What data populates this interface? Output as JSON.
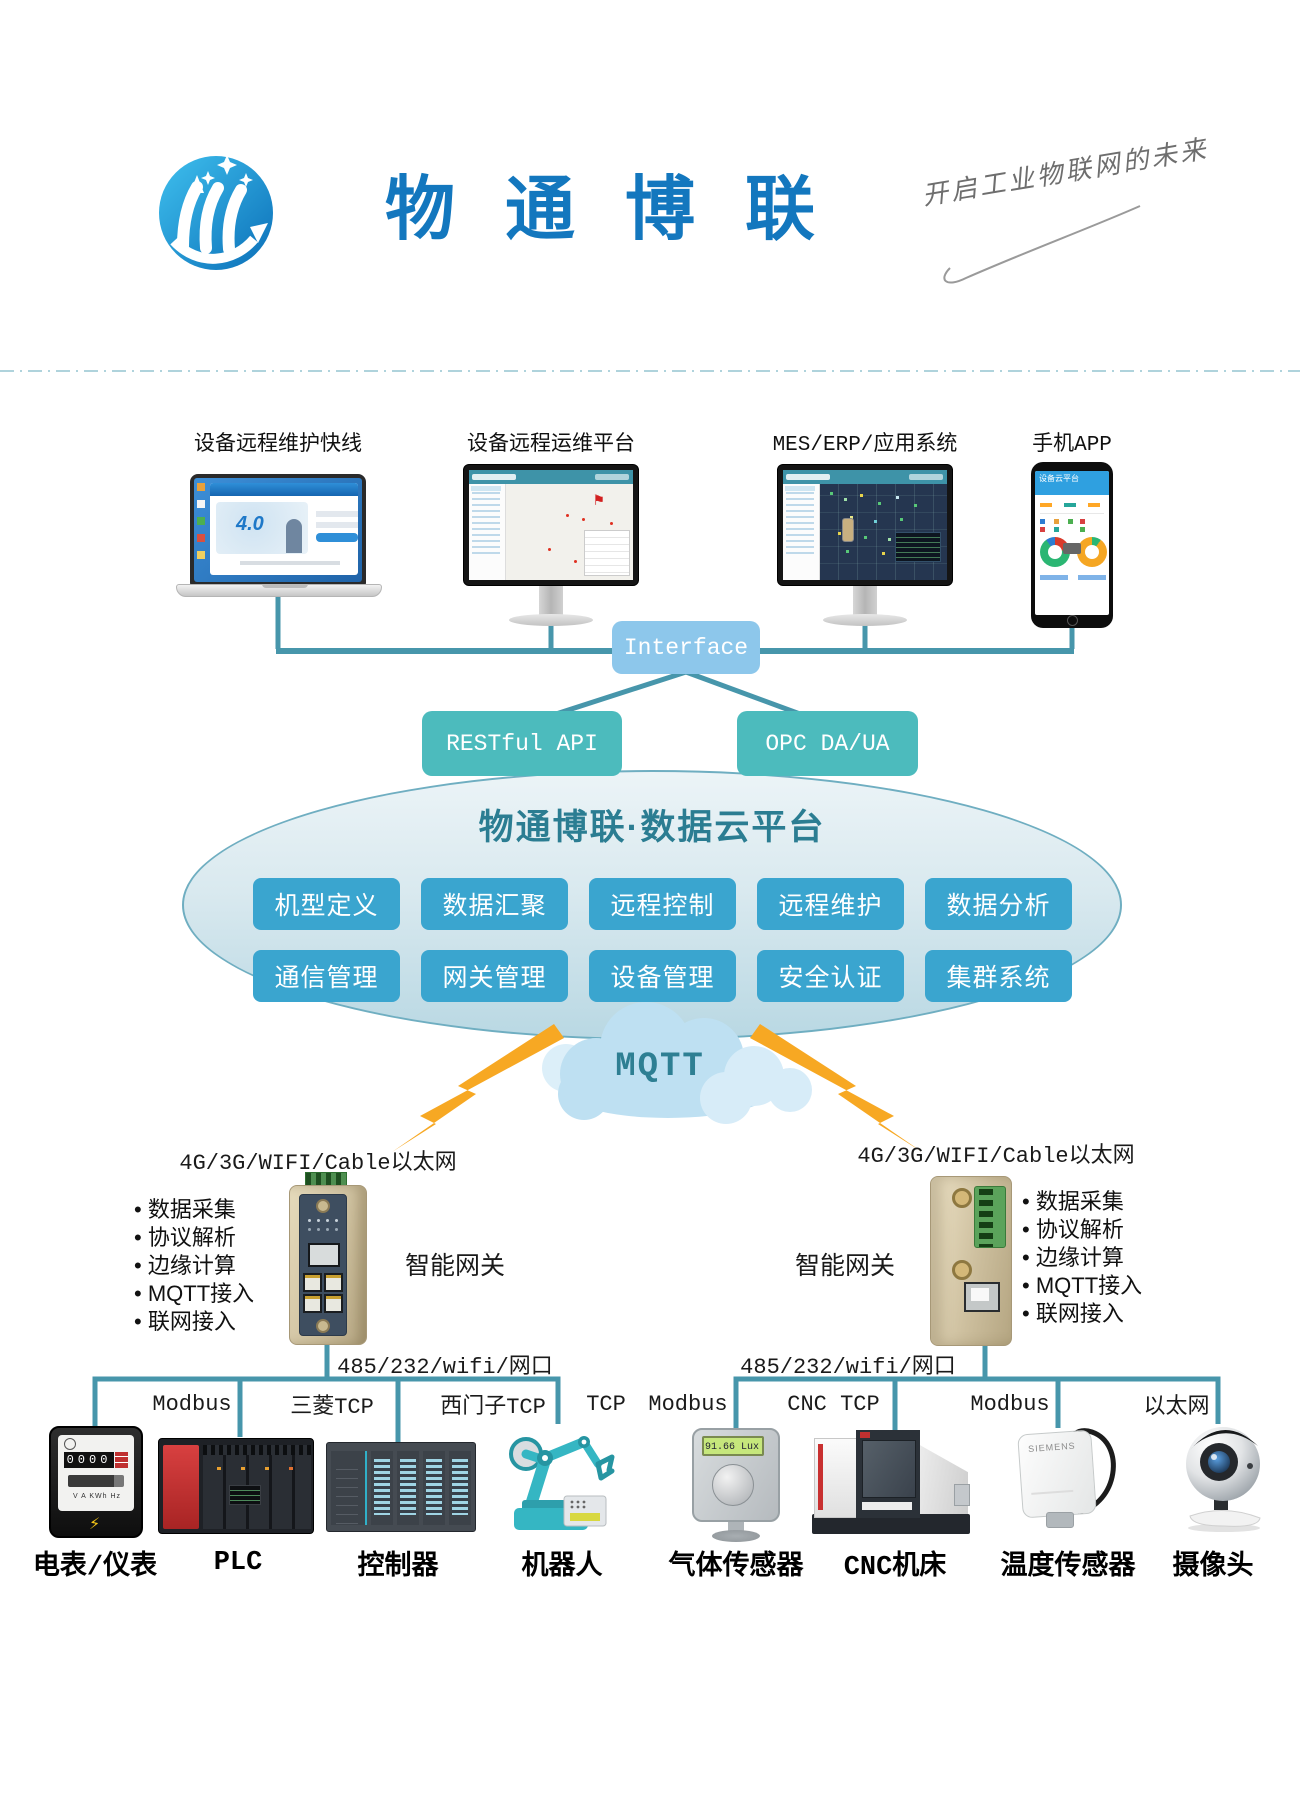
{
  "header": {
    "brand": "物通博联",
    "slogan": "开启工业物联网的未来"
  },
  "clients": {
    "items": [
      {
        "label": "设备远程维护快线"
      },
      {
        "label": "设备远程运维平台"
      },
      {
        "label": "MES/ERP/应用系统"
      },
      {
        "label": "手机APP"
      }
    ]
  },
  "interface": {
    "label": "Interface"
  },
  "apis": {
    "restful": "RESTful API",
    "opc": "OPC DA/UA"
  },
  "platform": {
    "title": "物通博联·数据云平台",
    "row1": [
      "机型定义",
      "数据汇聚",
      "远程控制",
      "远程维护",
      "数据分析"
    ],
    "row2": [
      "通信管理",
      "网关管理",
      "设备管理",
      "安全认证",
      "集群系统"
    ]
  },
  "mqtt": {
    "label": "MQTT"
  },
  "network": {
    "left": "4G/3G/WIFI/Cable以太网",
    "right": "4G/3G/WIFI/Cable以太网"
  },
  "gateways": {
    "left": {
      "name": "智能网关",
      "features": [
        "数据采集",
        "协议解析",
        "边缘计算",
        "MQTT接入",
        "联网接入"
      ],
      "ports": "485/232/wifi/网口"
    },
    "right": {
      "name": "智能网关",
      "features": [
        "数据采集",
        "协议解析",
        "边缘计算",
        "MQTT接入",
        "联网接入"
      ],
      "ports": "485/232/wifi/网口"
    }
  },
  "left_branch": {
    "protocols": [
      "Modbus",
      "三菱TCP",
      "西门子TCP",
      "TCP"
    ],
    "devices": [
      "电表/仪表",
      "PLC",
      "控制器",
      "机器人"
    ]
  },
  "right_branch": {
    "protocols": [
      "Modbus",
      "CNC TCP",
      "Modbus",
      "以太网"
    ],
    "devices": [
      "气体传感器",
      "CNC机床",
      "温度传感器",
      "摄像头"
    ]
  },
  "screens": {
    "laptop_number": "4.0",
    "phone_header": "设备云平台",
    "gas_lcd": "91.66 Lux",
    "temp_brand": "SIEMENS",
    "meter_digits": "0000",
    "meter_units": "V A KWh Hz"
  },
  "colors": {
    "line_teal": "#4796AB",
    "button_blue": "#3AA5CF",
    "api_teal": "#4CBBBD",
    "interface_blue": "#8DC7EB",
    "lightning_orange": "#F7A823",
    "brand_blue": "#1377BE",
    "cloud_fill": "#BEE0F2",
    "platform_text": "#2B7D92"
  }
}
